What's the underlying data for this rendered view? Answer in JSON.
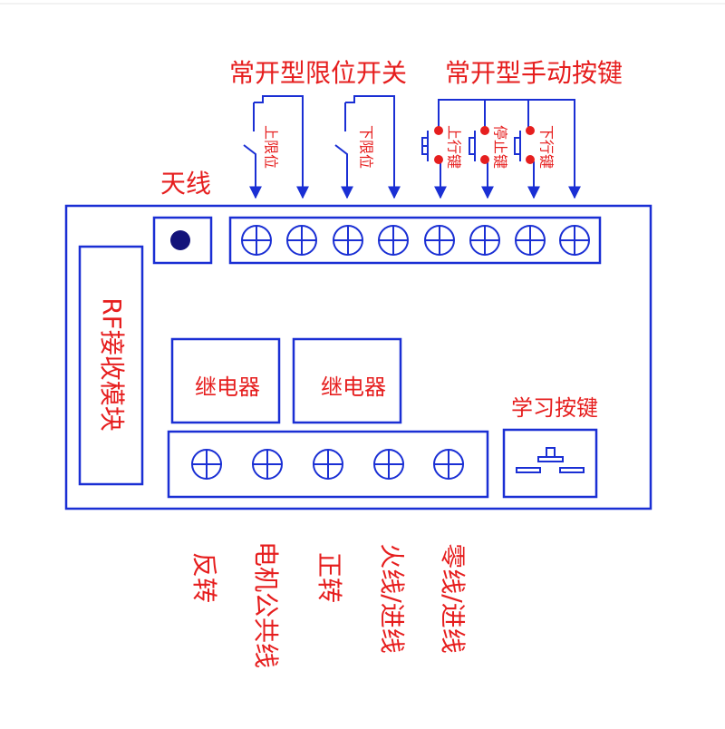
{
  "labels": {
    "limit_switch_title": "常开型限位开关",
    "manual_key_title": "常开型手动按键",
    "antenna": "天线",
    "upper_limit": "上限位",
    "lower_limit": "下限位",
    "up_key": "上行键",
    "stop_key": "停止键",
    "down_key": "下行键",
    "rf_module": "RF接收模块",
    "relay_1": "继电器",
    "relay_2": "继电器",
    "learn_key": "学习按键",
    "reverse": "反转",
    "motor_common": "电机公共线",
    "forward": "正转",
    "live_in": "火线/进线",
    "neutral_in": "零线/进线"
  },
  "colors": {
    "line": "#1a2fd4",
    "text": "#e61e1e",
    "dot": "#e61e1e",
    "antenna": "#13137a",
    "background": "#ffffff"
  }
}
